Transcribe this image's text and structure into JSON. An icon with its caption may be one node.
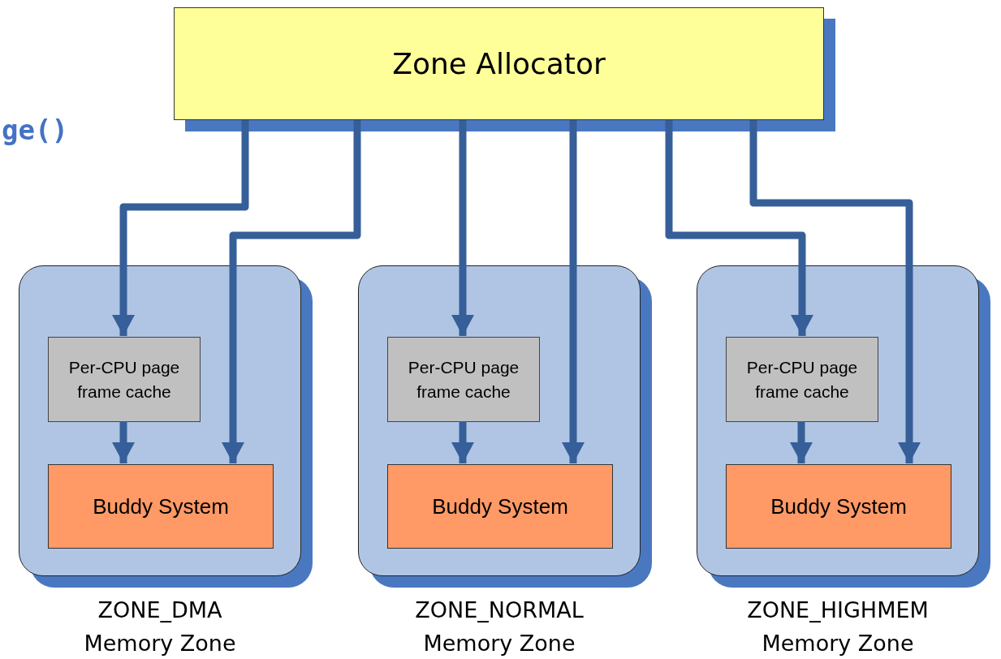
{
  "diagram": {
    "nodes": [
      {
        "text": [
          "Zone Allocator"
        ]
      },
      {
        "text": [
          "ZONE_DMA Memory Zone"
        ]
      },
      {
        "text": [
          "Per-CPU page frame cache"
        ],
        "in": 1
      },
      {
        "text": [
          "Buddy System"
        ],
        "in": 1
      },
      {
        "text": [
          "ZONE_NORMAL Memory Zone"
        ]
      },
      {
        "text": [
          "Per-CPU page frame cache"
        ],
        "in": 4
      },
      {
        "text": [
          "Buddy System"
        ],
        "in": 4
      },
      {
        "text": [
          "ZONE_HIGHMEM Memory Zone"
        ]
      },
      {
        "text": [
          "Per-CPU page frame cache"
        ],
        "in": 7
      },
      {
        "text": [
          "Buddy System"
        ],
        "in": 7
      }
    ],
    "edges": [
      {
        "from": 0,
        "to": 2,
        "arrow": "to"
      },
      {
        "from": 0,
        "to": 3,
        "arrow": "to"
      },
      {
        "from": 2,
        "to": 3,
        "arrow": "to"
      },
      {
        "from": 0,
        "to": 5,
        "arrow": "to"
      },
      {
        "from": 0,
        "to": 6,
        "arrow": "to"
      },
      {
        "from": 5,
        "to": 6,
        "arrow": "to"
      },
      {
        "from": 0,
        "to": 8,
        "arrow": "to"
      },
      {
        "from": 0,
        "to": 9,
        "arrow": "to"
      },
      {
        "from": 8,
        "to": 9,
        "arrow": "to"
      }
    ],
    "labels": [
      "ge()"
    ]
  }
}
